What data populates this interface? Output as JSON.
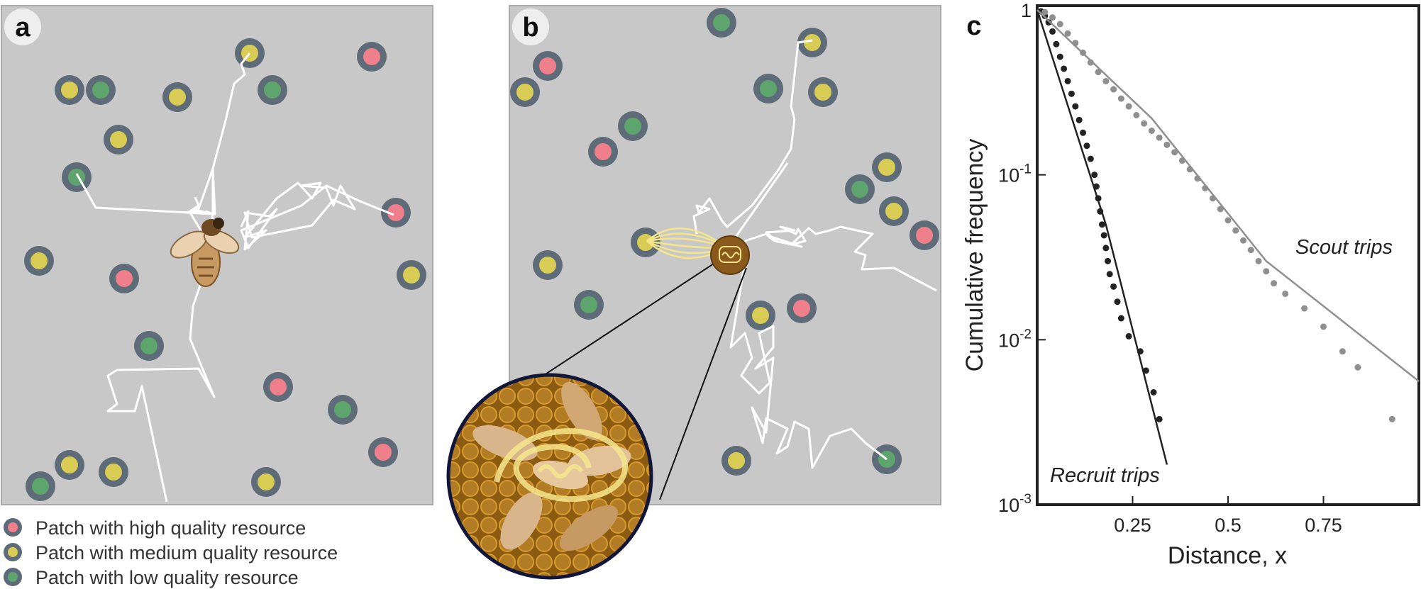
{
  "panels": {
    "a": {
      "letter": "a"
    },
    "b": {
      "letter": "b"
    },
    "c": {
      "letter": "c"
    }
  },
  "legend": [
    {
      "label": "Patch with high quality resource",
      "color": "#ee7f8b"
    },
    {
      "label": "Patch with medium quality resource",
      "color": "#d8cc55"
    },
    {
      "label": "Patch with low quality resource",
      "color": "#5da46d"
    }
  ],
  "colors": {
    "background": "#c8c8c8",
    "patch_ring": "#5e6b78",
    "high": "#ee7f8b",
    "medium": "#d8cc55",
    "low": "#5da46d",
    "path": "#ffffff",
    "hive": "#8a5a1c",
    "dance": "#f5e68c",
    "recruit_series": "#222222",
    "scout_series": "#8f8f8f"
  },
  "icons": {
    "bee": "bee-icon",
    "hive": "hive-icon",
    "dance_inset": "waggle-dance-inset-icon"
  },
  "chart_data": {
    "type": "scatter",
    "xlabel": "Distance, x",
    "ylabel": "Cumulative frequency",
    "xlim": [
      0,
      1
    ],
    "ylim": [
      0.001,
      1
    ],
    "yscale": "log",
    "xticks": [
      {
        "value": 0.25,
        "label": "0.25"
      },
      {
        "value": 0.5,
        "label": "0.5"
      },
      {
        "value": 0.75,
        "label": "0.75"
      }
    ],
    "yticks": [
      {
        "value": 1,
        "base": "1",
        "exp": ""
      },
      {
        "value": 0.1,
        "base": "10",
        "exp": "-1"
      },
      {
        "value": 0.01,
        "base": "10",
        "exp": "-2"
      },
      {
        "value": 0.001,
        "base": "10",
        "exp": "-3"
      }
    ],
    "grid": false,
    "series": [
      {
        "name": "Recruit trips",
        "color": "#222222",
        "points": [
          [
            0.01,
            0.98
          ],
          [
            0.02,
            0.92
          ],
          [
            0.03,
            0.84
          ],
          [
            0.04,
            0.74
          ],
          [
            0.05,
            0.62
          ],
          [
            0.06,
            0.52
          ],
          [
            0.07,
            0.44
          ],
          [
            0.08,
            0.37
          ],
          [
            0.09,
            0.31
          ],
          [
            0.1,
            0.26
          ],
          [
            0.11,
            0.215
          ],
          [
            0.12,
            0.18
          ],
          [
            0.13,
            0.15
          ],
          [
            0.14,
            0.125
          ],
          [
            0.15,
            0.1
          ],
          [
            0.155,
            0.085
          ],
          [
            0.16,
            0.072
          ],
          [
            0.165,
            0.06
          ],
          [
            0.17,
            0.05
          ],
          [
            0.175,
            0.043
          ],
          [
            0.18,
            0.036
          ],
          [
            0.185,
            0.03
          ],
          [
            0.19,
            0.025
          ],
          [
            0.2,
            0.021
          ],
          [
            0.21,
            0.017
          ],
          [
            0.22,
            0.0135
          ],
          [
            0.24,
            0.0105
          ],
          [
            0.27,
            0.0085
          ],
          [
            0.285,
            0.0065
          ],
          [
            0.305,
            0.0048
          ],
          [
            0.32,
            0.0033
          ]
        ],
        "fit": [
          [
            0,
            1.0
          ],
          [
            0.18,
            0.05
          ],
          [
            0.34,
            0.00175
          ]
        ]
      },
      {
        "name": "Scout trips",
        "color": "#8f8f8f",
        "points": [
          [
            0.02,
            0.97
          ],
          [
            0.04,
            0.9
          ],
          [
            0.06,
            0.82
          ],
          [
            0.08,
            0.72
          ],
          [
            0.1,
            0.63
          ],
          [
            0.12,
            0.55
          ],
          [
            0.14,
            0.48
          ],
          [
            0.16,
            0.42
          ],
          [
            0.18,
            0.37
          ],
          [
            0.2,
            0.33
          ],
          [
            0.22,
            0.29
          ],
          [
            0.24,
            0.26
          ],
          [
            0.26,
            0.23
          ],
          [
            0.28,
            0.205
          ],
          [
            0.3,
            0.185
          ],
          [
            0.32,
            0.168
          ],
          [
            0.34,
            0.152
          ],
          [
            0.36,
            0.137
          ],
          [
            0.38,
            0.122
          ],
          [
            0.4,
            0.108
          ],
          [
            0.42,
            0.095
          ],
          [
            0.44,
            0.083
          ],
          [
            0.46,
            0.072
          ],
          [
            0.48,
            0.062
          ],
          [
            0.5,
            0.053
          ],
          [
            0.52,
            0.046
          ],
          [
            0.54,
            0.04
          ],
          [
            0.56,
            0.035
          ],
          [
            0.58,
            0.03
          ],
          [
            0.6,
            0.026
          ],
          [
            0.62,
            0.022
          ],
          [
            0.65,
            0.019
          ],
          [
            0.7,
            0.0155
          ],
          [
            0.75,
            0.012
          ],
          [
            0.8,
            0.0085
          ],
          [
            0.84,
            0.0068
          ],
          [
            0.93,
            0.0033
          ]
        ],
        "fit": [
          [
            0,
            1.0
          ],
          [
            0.3,
            0.22
          ],
          [
            0.6,
            0.03
          ],
          [
            1.0,
            0.0056
          ]
        ]
      }
    ]
  }
}
